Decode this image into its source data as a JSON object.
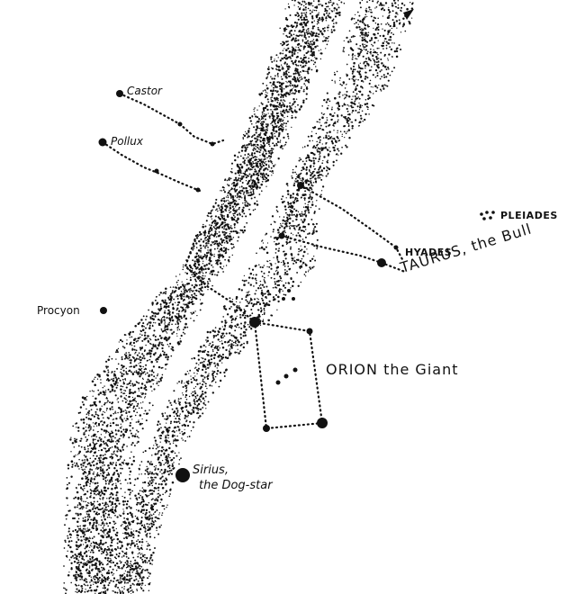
{
  "star_labels": {
    "castor": "Castor",
    "pollux": "Pollux",
    "procyon": "Procyon",
    "pleiades": "PLEIADES",
    "hyades": "HYADES",
    "sirius_line1": "Sirius,",
    "sirius_line2": "the Dog-star"
  },
  "constellation_labels": {
    "taurus": "TAURUS, the Bull",
    "orion": "ORION the Giant"
  },
  "colors": {
    "ink": "#111111",
    "paper": "#ffffff"
  }
}
